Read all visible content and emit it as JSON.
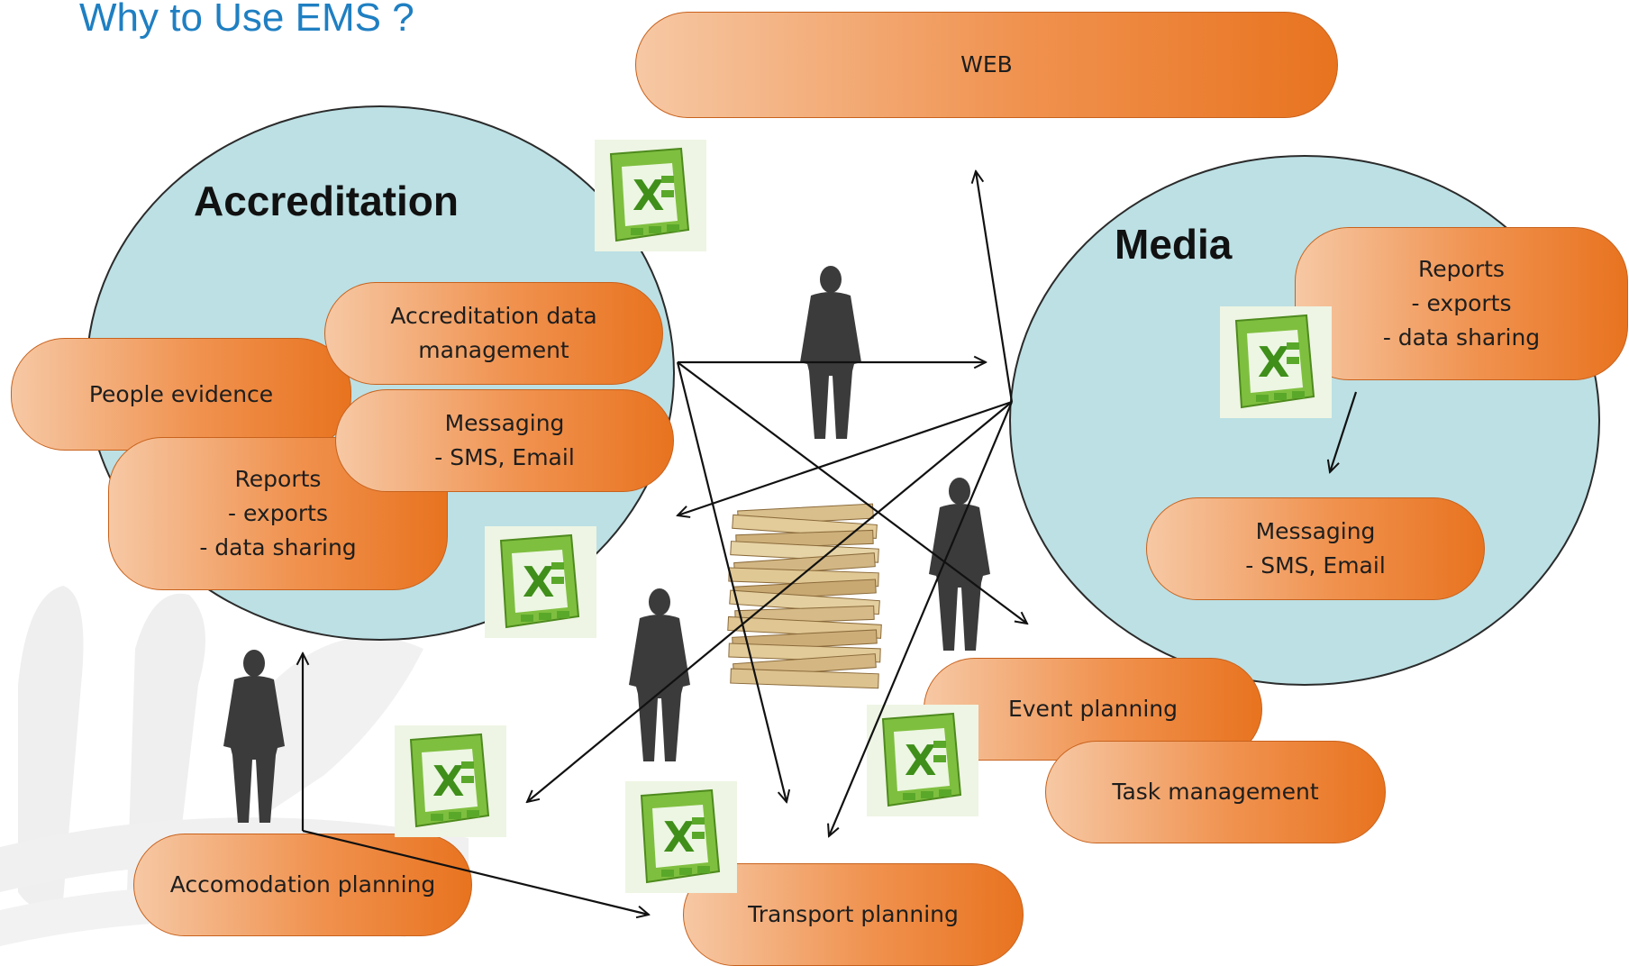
{
  "title": "Why to Use EMS ?",
  "circles": {
    "accreditation": "Accreditation",
    "media": "Media"
  },
  "boxes": {
    "web": [
      "WEB"
    ],
    "accreditation_data": [
      "Accreditation data",
      "management"
    ],
    "people_evidence": [
      "People evidence"
    ],
    "messaging_left": [
      "Messaging",
      "- SMS, Email"
    ],
    "reports_left": [
      "Reports",
      "- exports",
      "- data sharing"
    ],
    "reports_right": [
      "Reports",
      "- exports",
      "- data sharing"
    ],
    "messaging_right": [
      "Messaging",
      "- SMS, Email"
    ],
    "event_planning": [
      "Event planning"
    ],
    "task_management": [
      "Task management"
    ],
    "accomodation_planning": [
      "Accomodation planning"
    ],
    "transport_planning": [
      "Transport planning"
    ]
  },
  "icons": {
    "spreadsheet": "excel-icon",
    "person": "person-silhouette-icon",
    "papers": "paper-stack-icon"
  },
  "colors": {
    "title": "#1f7fc2",
    "circle_fill": "#bce0e4",
    "box_dark": "#e8731f",
    "box_light": "#f6c8a4"
  }
}
